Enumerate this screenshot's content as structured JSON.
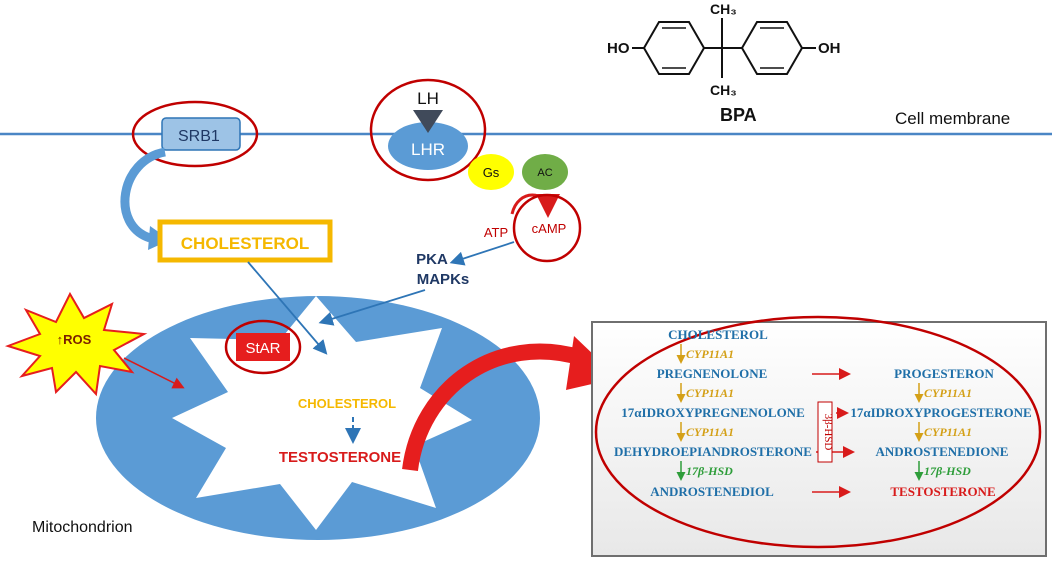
{
  "membrane": {
    "label": "Cell membrane"
  },
  "bpa": {
    "name": "BPA",
    "left_group": "HO",
    "right_group": "OH",
    "top_group": "CH₃",
    "bottom_group": "CH₃"
  },
  "receptors": {
    "srb1": "SRB1",
    "lh": "LH",
    "lhr": "LHR",
    "gs": "Gs",
    "ac": "AC"
  },
  "signaling": {
    "atp": "ATP",
    "camp": "cAMP",
    "pka": "PKA",
    "mapks": "MAPKs"
  },
  "cholesterol_box": "CHOLESTEROL",
  "ros": "↑ROS",
  "star": "StAR",
  "mito": {
    "label": "Mitochondrion",
    "cholesterol": "CHOLESTEROL",
    "testosterone": "TESTOSTERONE"
  },
  "pathway": {
    "left": [
      {
        "name": "CHOLESTEROL",
        "enzyme": "CYP11A1"
      },
      {
        "name": "PREGNENOLONE",
        "enzyme": "CYP11A1"
      },
      {
        "name": "17αIDROXYPREGNENOLONE",
        "enzyme": "CYP11A1"
      },
      {
        "name": "DEHYDROEPIANDROSTERONE",
        "enzyme": "17β-HSD"
      },
      {
        "name": "ANDROSTENEDIOL",
        "enzyme": ""
      }
    ],
    "right": [
      {
        "name": "PROGESTERON",
        "enzyme": "CYP11A1"
      },
      {
        "name": "17αIDROXYPROGESTERONE",
        "enzyme": "CYP11A1"
      },
      {
        "name": "ANDROSTENEDIONE",
        "enzyme": "17β-HSD"
      },
      {
        "name": "TESTOSTERONE",
        "enzyme": ""
      }
    ],
    "side_enzyme": "3β-HSD"
  },
  "colors": {
    "membrane": "#4a86c5",
    "red_circle": "#c00000",
    "mito_fill": "#5b9bd5",
    "srb1_fill": "#9dc3e6",
    "cholesterol_yellow": "#f5b800",
    "pathway_blue": "#1f6fa8",
    "enzyme_yellow": "#d4a017",
    "enzyme_green": "#2e9d3a",
    "testosterone_red": "#d81b1b",
    "navy": "#1f3864"
  }
}
